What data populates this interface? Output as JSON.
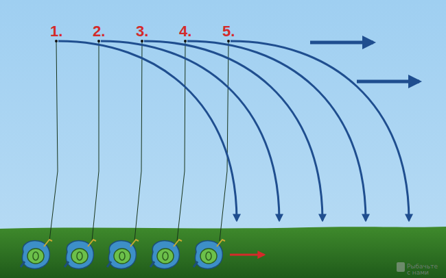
{
  "diagram": {
    "labels": [
      "1.",
      "2.",
      "3.",
      "4.",
      "5.",
      "Рыбачьте с нами"
    ]
  }
}
